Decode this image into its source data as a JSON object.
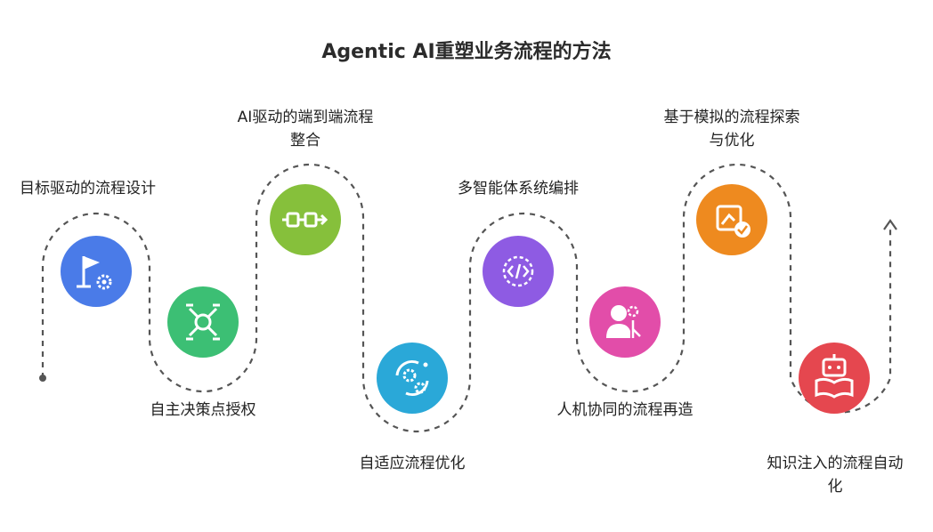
{
  "title": "Agentic AI重塑业务流程的方法",
  "colors": {
    "path": "#555555",
    "step1": "#4a7be8",
    "step2": "#3cbf74",
    "step3": "#86c03b",
    "step4": "#2aa8d8",
    "step5": "#8e5be3",
    "step6": "#e24da9",
    "step7": "#ee8a1f",
    "step8": "#e5474f"
  },
  "steps": [
    {
      "label": "目标驱动的流程设计",
      "icon": "flag-gear-icon"
    },
    {
      "label": "自主决策点授权",
      "icon": "network-nodes-icon"
    },
    {
      "label_line1": "AI驱动的端到端流程",
      "label_line2": "整合",
      "icon": "linked-chain-icon"
    },
    {
      "label": "自适应流程优化",
      "icon": "gear-cycle-icon"
    },
    {
      "label": "多智能体系统编排",
      "icon": "code-orbit-icon"
    },
    {
      "label": "人机协同的流程再造",
      "icon": "human-machine-icon"
    },
    {
      "label_line1": "基于模拟的流程探索",
      "label_line2": "与优化",
      "icon": "simulation-check-icon"
    },
    {
      "label_line1": "知识注入的流程自动",
      "label_line2": "化",
      "icon": "robot-book-icon"
    }
  ]
}
